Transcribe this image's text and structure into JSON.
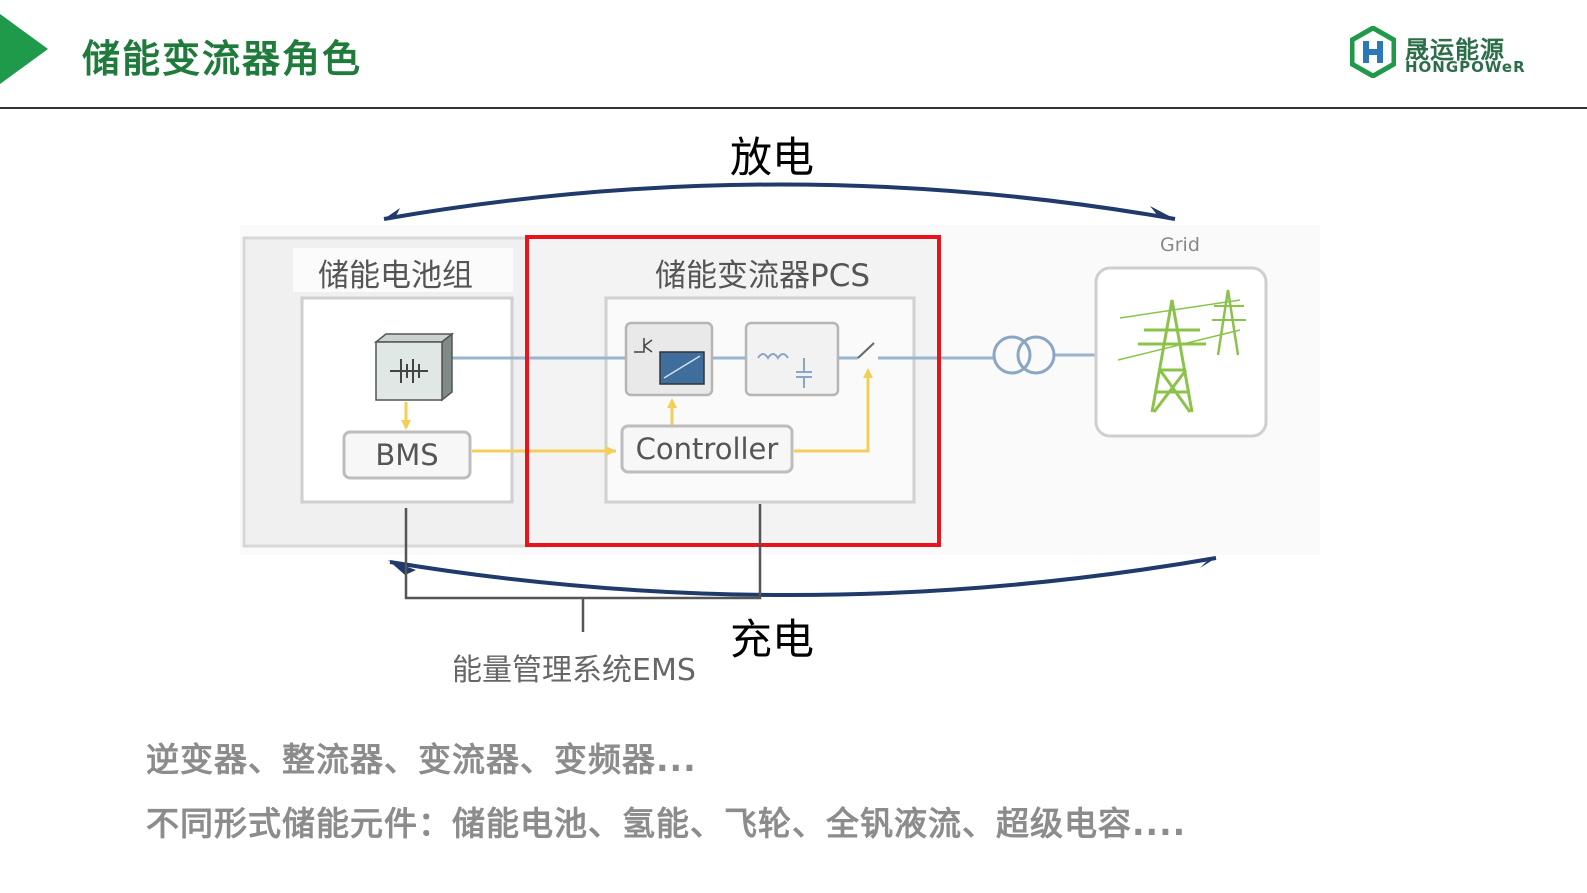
{
  "header": {
    "title": "储能变流器角色",
    "logo_cn": "晟运能源",
    "logo_en": "HONGPOWeR"
  },
  "diagram": {
    "discharge_label": "放电",
    "charge_label": "充电",
    "battery_group_label": "储能电池组",
    "pcs_label": "储能变流器PCS",
    "bms_label": "BMS",
    "controller_label": "Controller",
    "grid_label": "Grid",
    "ems_label": "能量管理系统EMS"
  },
  "notes": [
    "逆变器、整流器、变流器、变频器...",
    "不同形式储能元件：储能电池、氢能、飞轮、全钒液流、超级电容...."
  ],
  "colors": {
    "title_green": "#1f7a3c",
    "highlight_red": "#e8141c",
    "arrow_navy": "#1f3a6b",
    "signal_yellow": "#f3cf5a",
    "grid_green": "#8bc34a"
  }
}
